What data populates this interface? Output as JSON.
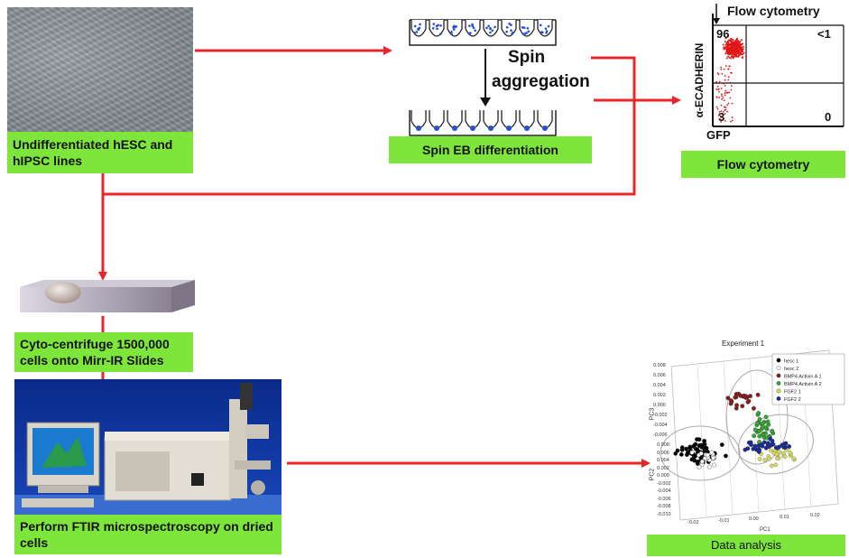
{
  "labels": {
    "undiff": "Undifferentiated hESC and hIPSC lines",
    "spin_eb": "Spin EB differentiation",
    "flow_box": "Flow cytometry",
    "cyto": "Cyto-centrifuge 1500,000 cells onto Mirr-IR Slides",
    "ftir": "Perform FTIR microspectroscopy on dried cells",
    "data_analysis": "Data analysis"
  },
  "spin": {
    "line1": "Spin",
    "line2": "aggregation"
  },
  "flow_plot": {
    "title": "Flow cytometry",
    "y_axis": "α-ECADHERIN",
    "x_axis": "GFP",
    "q_top_left": "96",
    "q_top_right": "<1",
    "q_bottom_left": "3",
    "q_bottom_right": "0"
  },
  "pca": {
    "title": "Experiment 1",
    "legend": [
      "hesc 1",
      "hesc 2",
      "BMP4 Activin A 1",
      "BMP4 Activin A 2",
      "FGF2 1",
      "FGF2 2"
    ],
    "legend_colors": [
      "#000000",
      "#ffffff",
      "#8b1a1a",
      "#33aa33",
      "#d8d860",
      "#1a2a9a"
    ],
    "y_ticks": [
      "0.008",
      "0.006",
      "0.004",
      "0.002",
      "0.000",
      "-0.002",
      "-0.004",
      "-0.006"
    ],
    "z_ticks": [
      "0.008",
      "0.006",
      "0.004",
      "0.002",
      "0.000",
      "-0.002",
      "-0.004",
      "-0.006",
      "-0.008",
      "-0.010"
    ],
    "x_ticks": [
      "-0.02",
      "-0.01",
      "0.00",
      "0.01",
      "0.02"
    ],
    "y_label": "PC3",
    "z_label": "PC2",
    "x_label": "PC1"
  },
  "colors": {
    "arrow": "#e8262a",
    "label_bg": "#7ee63a"
  }
}
